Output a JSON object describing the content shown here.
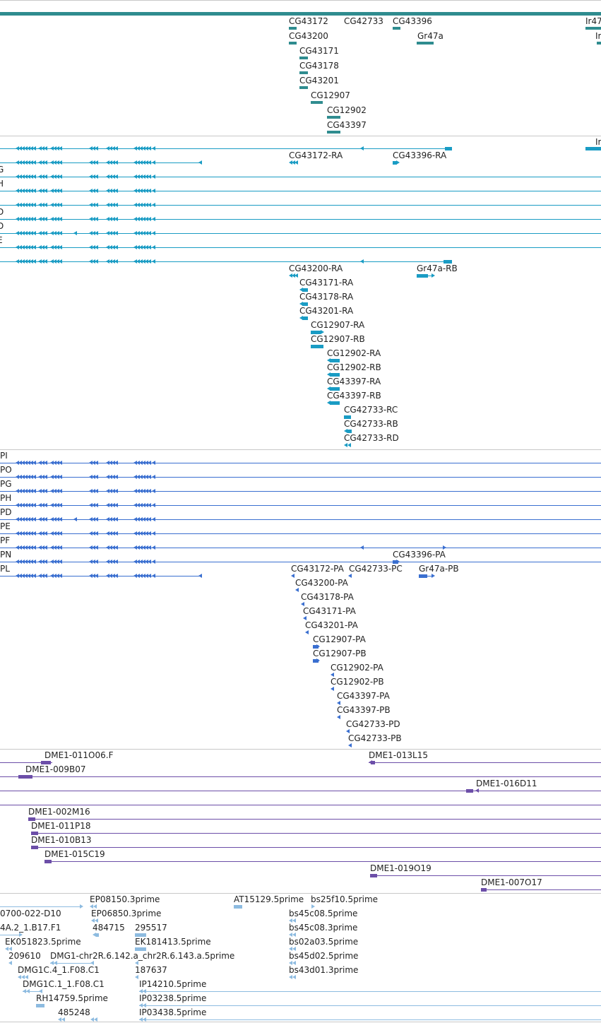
{
  "colors": {
    "gene": "#2f8c8f",
    "mrna": "#1a9cc4",
    "protein": "#3a6fd0",
    "clone": "#6c4ea8",
    "est": "#8dbbe0",
    "divider": "#c8c8c8"
  },
  "icons": {
    "exon": "filled-block",
    "strand": "arrowhead"
  },
  "gene_labels": [
    "CG43172",
    "CG42733",
    "CG43396",
    "Ir47",
    "CG43200",
    "Gr47a",
    "Ir",
    "CG43171",
    "CG43178",
    "CG43201",
    "CG12907",
    "CG12902",
    "CG43397"
  ],
  "mrna_labels": [
    "CG43172-RA",
    "CG43396-RA",
    "CG43200-RA",
    "Gr47a-RB",
    "CG43171-RA",
    "CG43178-RA",
    "CG43201-RA",
    "CG12907-RA",
    "CG12907-RB",
    "CG12902-RA",
    "CG12902-RB",
    "CG43397-RA",
    "CG43397-RB",
    "CG42733-RC",
    "CG42733-RB",
    "CG42733-RD",
    "Ir"
  ],
  "mrna_left_labels": [
    "G",
    "H",
    "D",
    "D",
    "E"
  ],
  "protein_labels": [
    "CG43396-PA",
    "CG43172-PA",
    "CG42733-PC",
    "Gr47a-PB",
    "CG43200-PA",
    "CG43178-PA",
    "CG43171-PA",
    "CG43201-PA",
    "CG12907-PA",
    "CG12907-PB",
    "CG12902-PA",
    "CG12902-PB",
    "CG43397-PA",
    "CG43397-PB",
    "CG42733-PD",
    "CG42733-PB"
  ],
  "protein_left_labels": [
    "PI",
    "PO",
    "PG",
    "PH",
    "PD",
    "PE",
    "PF",
    "PN",
    "PL"
  ],
  "clone_labels": [
    "DME1-011O06.F",
    "DME1-013L15",
    "DME1-009B07",
    "DME1-016D11",
    "DME1-002M16",
    "DME1-011P18",
    "DME1-010B13",
    "DME1-015C19",
    "DME1-019O19",
    "DME1-007O17"
  ],
  "est_labels": [
    "EP08150.3prime",
    "AT15129.5prime",
    "bs25f10.5prime",
    "0700-022-D10",
    "EP06850.3prime",
    "bs45c08.5prime",
    "4A.2_1.B17.F1",
    "484715",
    "295517",
    "bs45c08.3prime",
    "EK051823.5prime",
    "EK181413.5prime",
    "bs02a03.5prime",
    "209610",
    "DMG1-chr2R.6.142.a_chr2R.6.143.a.5prime",
    "bs45d02.5prime",
    "DMG1C.4_1.F08.C1",
    "187637",
    "bs43d01.3prime",
    "DMG1C.1_1.F08.C1",
    "IP14210.5prime",
    "RH14759.5prime",
    "IP03238.5prime",
    "485248",
    "IP03438.5prime"
  ]
}
